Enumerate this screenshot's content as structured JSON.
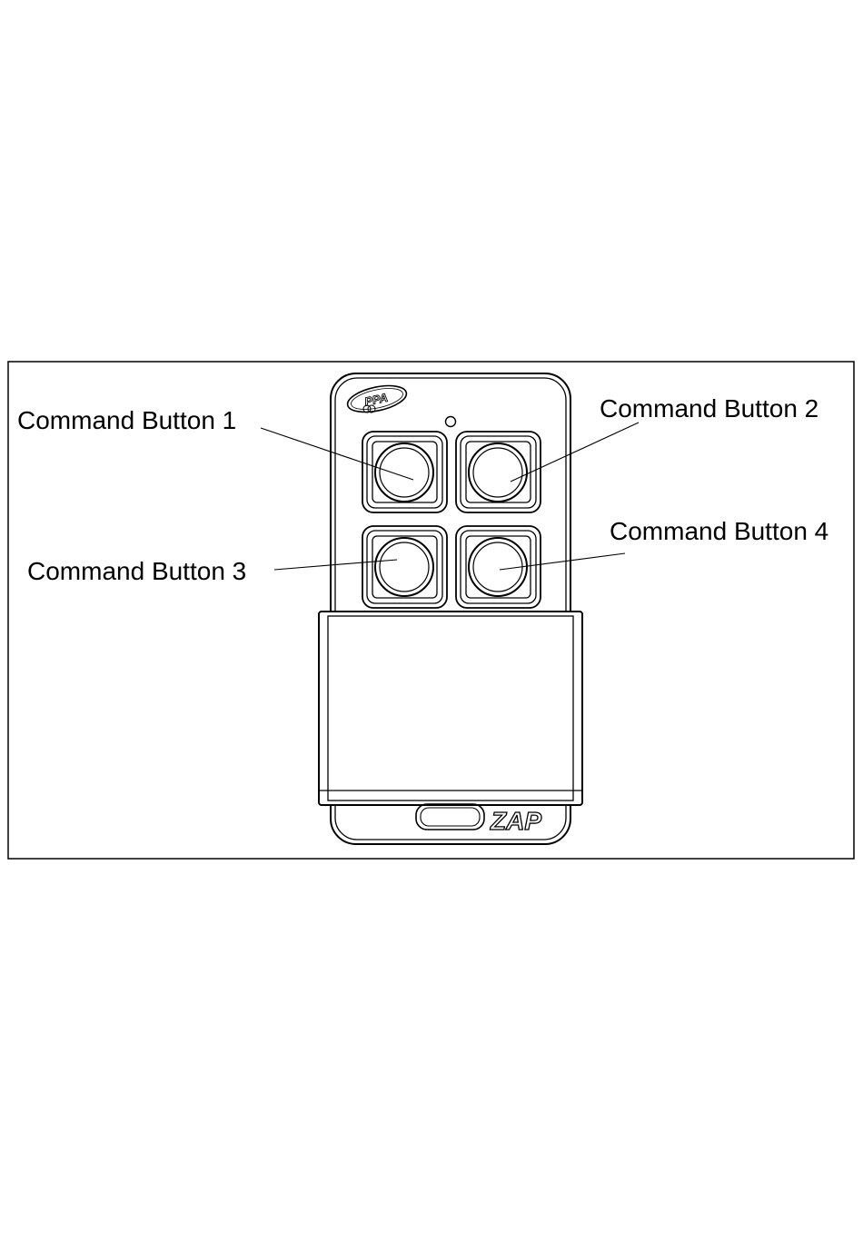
{
  "callouts": [
    {
      "id": "button-1",
      "label": "Command Button 1"
    },
    {
      "id": "button-2",
      "label": "Command Button 2"
    },
    {
      "id": "button-3",
      "label": "Command Button 3"
    },
    {
      "id": "button-4",
      "label": "Command Button 4"
    }
  ],
  "device": {
    "logo_text": "PPA",
    "model_text": "ZAP",
    "icons": {
      "logo": "ppa-logo-icon",
      "led": "led-indicator-icon"
    }
  },
  "colors": {
    "line": "#000000",
    "background": "#ffffff"
  }
}
